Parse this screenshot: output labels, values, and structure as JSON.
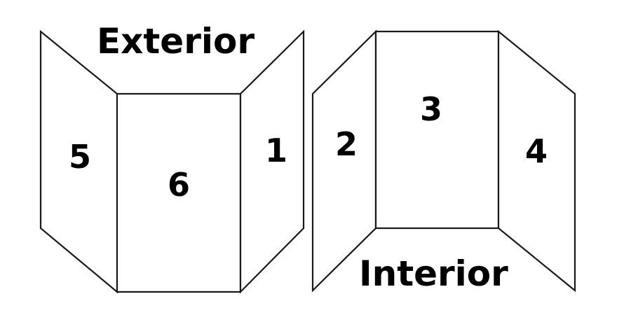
{
  "exterior": {
    "title": "Exterior",
    "panels": [
      "5",
      "6",
      "1"
    ]
  },
  "interior": {
    "title": "Interior",
    "panels": [
      "2",
      "3",
      "4"
    ]
  },
  "colors": {
    "stroke": "#1a1a1a",
    "text": "#000000",
    "background": "#ffffff"
  }
}
